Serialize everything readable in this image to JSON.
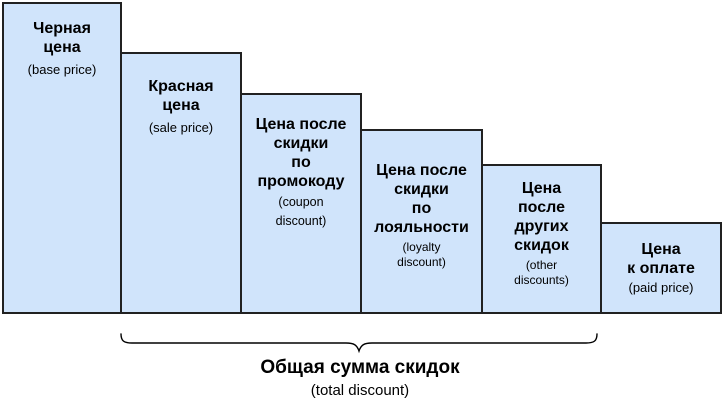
{
  "diagram": {
    "bars": [
      {
        "id": "base-price",
        "title": "Черная\nцена",
        "subtitle": "(base price)"
      },
      {
        "id": "sale-price",
        "title": "Красная\nцена",
        "subtitle": "(sale price)"
      },
      {
        "id": "coupon-discount",
        "title": "Цена после\nскидки\nпо\nпромокоду",
        "subtitle": "(coupon\ndiscount)"
      },
      {
        "id": "loyalty-discount",
        "title": "Цена после\nскидки\nпо\nлояльности",
        "subtitle": "(loyalty\ndiscount)"
      },
      {
        "id": "other-discounts",
        "title": "Цена\nпосле\nдругих\nскидок",
        "subtitle": "(other\ndiscounts)"
      },
      {
        "id": "paid-price",
        "title": "Цена\nк оплате",
        "subtitle": "(paid price)"
      }
    ],
    "brace": {
      "label": "Общая сумма скидок",
      "sublabel": "(total discount)"
    },
    "colors": {
      "bar_fill": "#d0e4fb",
      "bar_border": "#212121",
      "brace_line": "#000000",
      "text": "#000000",
      "background": "#ffffff"
    }
  }
}
